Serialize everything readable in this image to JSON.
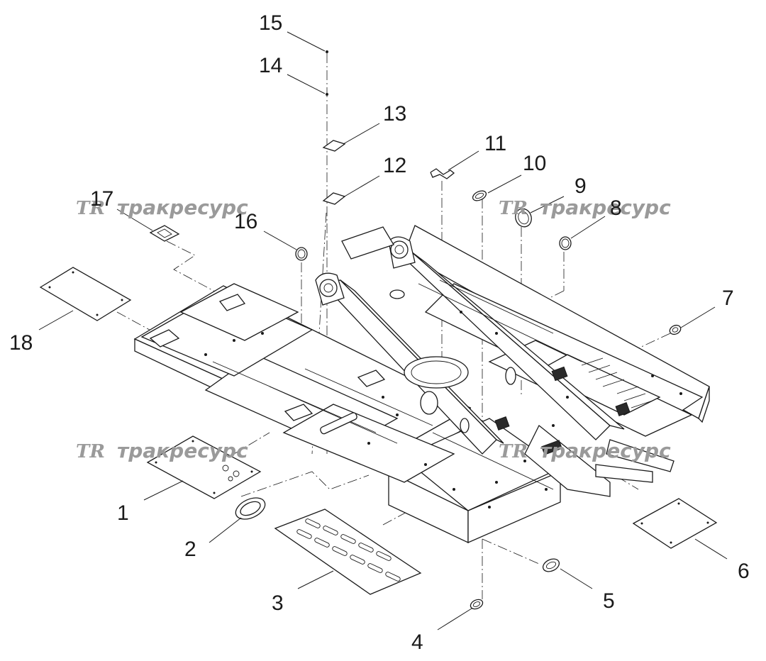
{
  "watermark": {
    "logo": "TR",
    "text": "тракресурс"
  },
  "callouts": [
    "1",
    "2",
    "3",
    "4",
    "5",
    "6",
    "7",
    "8",
    "9",
    "10",
    "11",
    "12",
    "13",
    "14",
    "15",
    "16",
    "17",
    "18"
  ],
  "colors": {
    "line": "#1a1a1a",
    "watermark": "#9a9a9a",
    "background": "#ffffff"
  }
}
